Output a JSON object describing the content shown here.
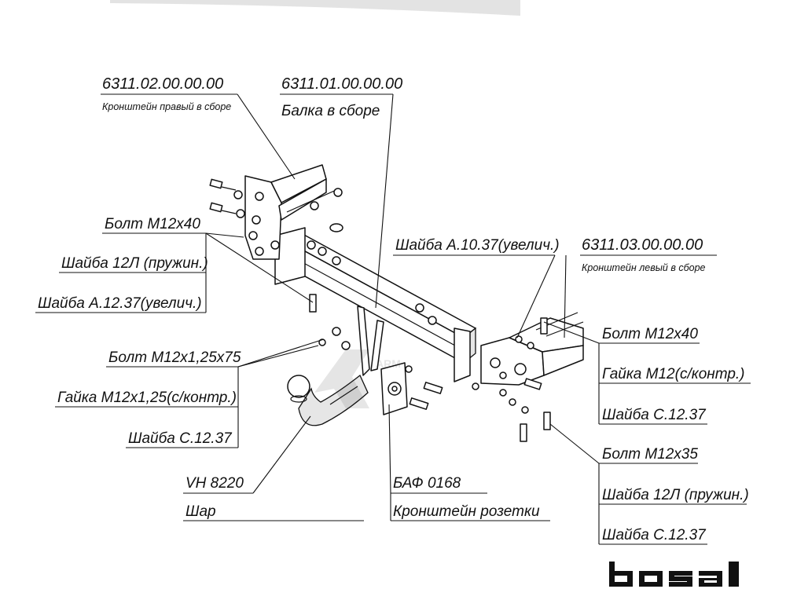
{
  "callouts": {
    "right_bracket": {
      "code": "6311.02.00.00.00",
      "name": "Кронштейн правый в сборе"
    },
    "beam": {
      "code": "6311.01.00.00.00",
      "name": "Балка в сборе"
    },
    "left_bracket": {
      "code": "6311.03.00.00.00",
      "name": "Кронштейн левый в сборе"
    },
    "washer_a10": {
      "text": "Шайба  А.10.37(увелич.)"
    },
    "group_left": [
      "Болт М12х40",
      "Шайба 12Л (пружин.)",
      "Шайба  А.12.37(увелич.)"
    ],
    "group_mid": [
      "Болт М12х1,25х75",
      "Гайка М12х1,25(с/контр.)",
      "Шайба  С.12.37"
    ],
    "group_right_top": [
      "Болт М12х40",
      "Гайка М12(с/контр.)",
      "Шайба  С.12.37"
    ],
    "group_right_bottom": [
      "Болт М12х35",
      "Шайба 12Л (пружин.)",
      "Шайба  С.12.37"
    ],
    "ball": {
      "code": "VH 8220",
      "name": "Шар"
    },
    "socket_bracket": {
      "code": "БАФ 0168",
      "name": "Кронштейн розетки"
    }
  },
  "brand": {
    "logo_text": "bosal",
    "watermark": "ARM"
  },
  "colors": {
    "ink": "#111111",
    "background": "#ffffff",
    "top_strip": "#e3e3e3"
  }
}
